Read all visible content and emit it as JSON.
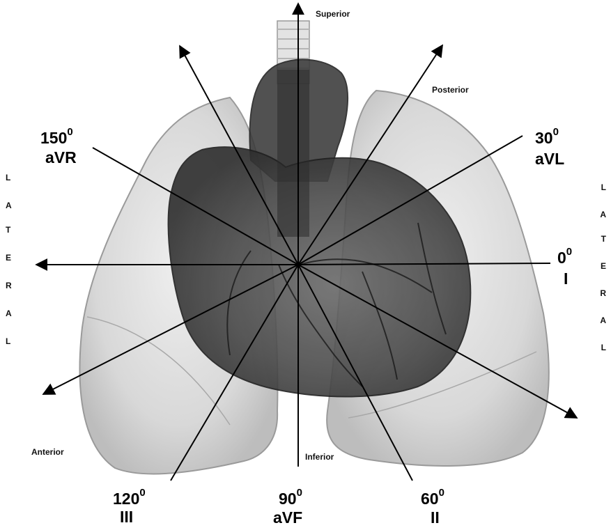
{
  "directions": {
    "superior": "Superior",
    "posterior": "Posterior",
    "anterior": "Anterior",
    "inferior": "Inferior"
  },
  "lateral_left": [
    "L",
    "A",
    "T",
    "E",
    "R",
    "A",
    "L"
  ],
  "lateral_right": [
    "L",
    "A",
    "T",
    "E",
    "R",
    "A",
    "L"
  ],
  "leads": {
    "avr": {
      "angle": "150",
      "deg": "0",
      "name": "aVR"
    },
    "avl": {
      "angle": "30",
      "deg": "0",
      "name": "aVL"
    },
    "i": {
      "angle": "0",
      "deg": "0",
      "name": "I"
    },
    "iii": {
      "angle": "120",
      "deg": "0",
      "name": "III"
    },
    "avf": {
      "angle": "90",
      "deg": "0",
      "name": "aVF"
    },
    "ii": {
      "angle": "60",
      "deg": "0",
      "name": "II"
    }
  },
  "colors": {
    "lung": "#d9d9d9",
    "lung_edge": "#9a9a9a",
    "heart": "#4a4a4a",
    "heart_dark": "#2b2b2b",
    "axis": "#000000"
  }
}
